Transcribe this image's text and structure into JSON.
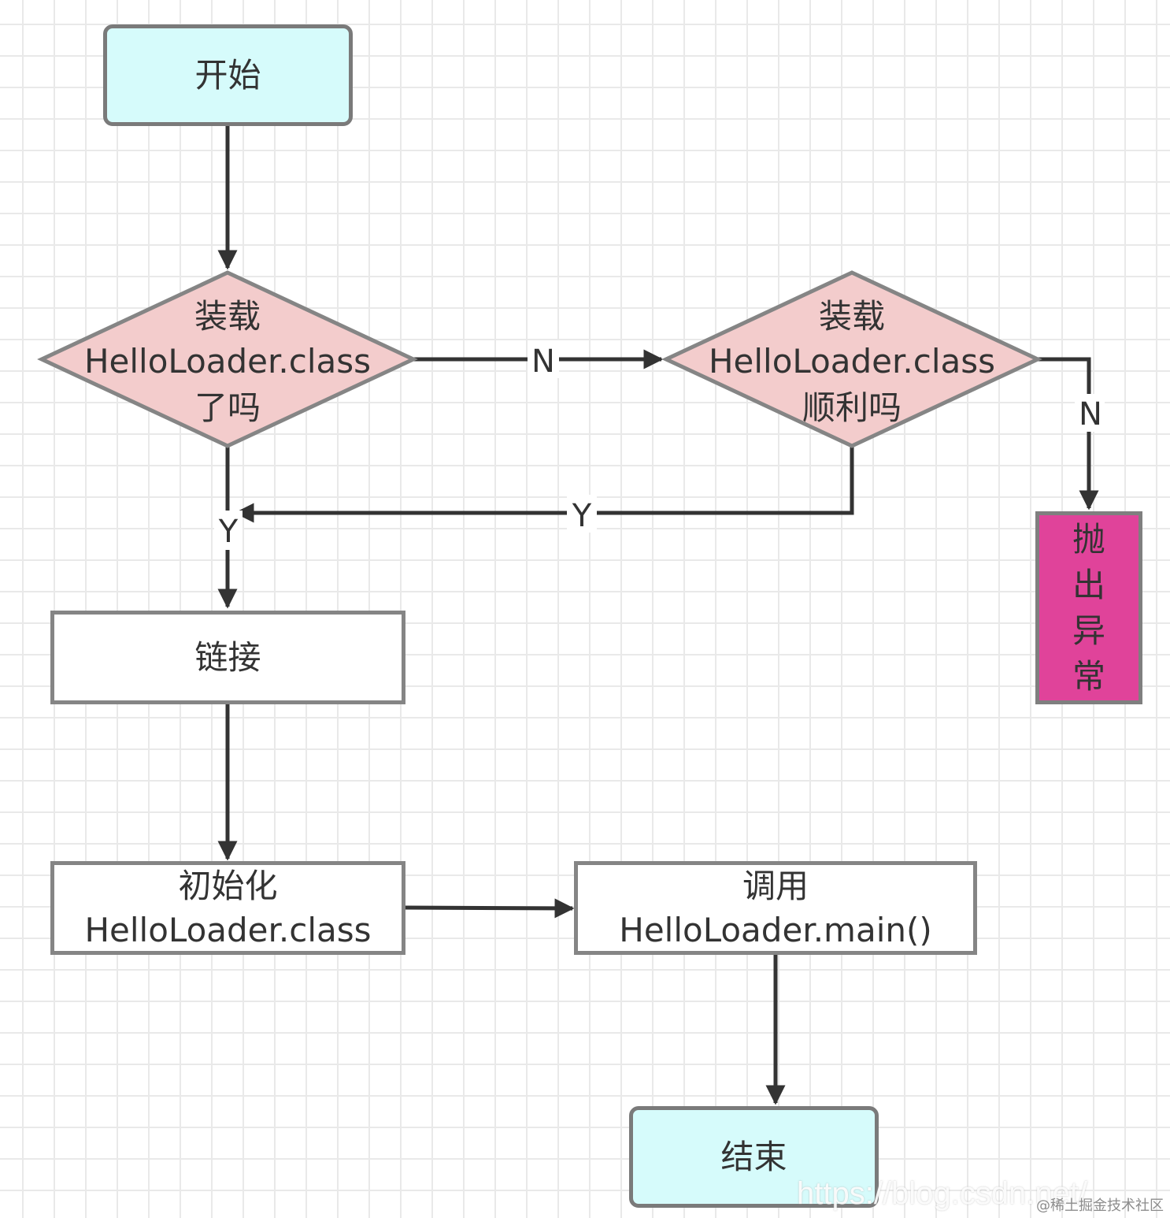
{
  "colors": {
    "terminal_fill": "#d6fbfb",
    "decision_fill": "#f3cccc",
    "process_fill": "#ffffff",
    "exception_fill": "#e0439a",
    "stroke": "#858585",
    "edge": "#333333"
  },
  "nodes": {
    "start": {
      "label": "开始"
    },
    "decision_loaded": {
      "line1": "装载",
      "line2": "HelloLoader.class",
      "line3": "了吗"
    },
    "decision_success": {
      "line1": "装载",
      "line2": "HelloLoader.class",
      "line3": "顺利吗"
    },
    "exception": {
      "chars": [
        "抛",
        "出",
        "异",
        "常"
      ]
    },
    "link": {
      "label": "链接"
    },
    "init": {
      "line1": "初始化",
      "line2": "HelloLoader.class"
    },
    "invoke": {
      "line1": "调用",
      "line2": "HelloLoader.main()"
    },
    "end": {
      "label": "结束"
    }
  },
  "edges": {
    "loaded_no": "N",
    "success_no": "N",
    "success_yes": "Y",
    "loaded_yes": "Y"
  },
  "watermark": {
    "url": "https://blog.csdn.net/",
    "site": "@稀土掘金技术社区"
  }
}
